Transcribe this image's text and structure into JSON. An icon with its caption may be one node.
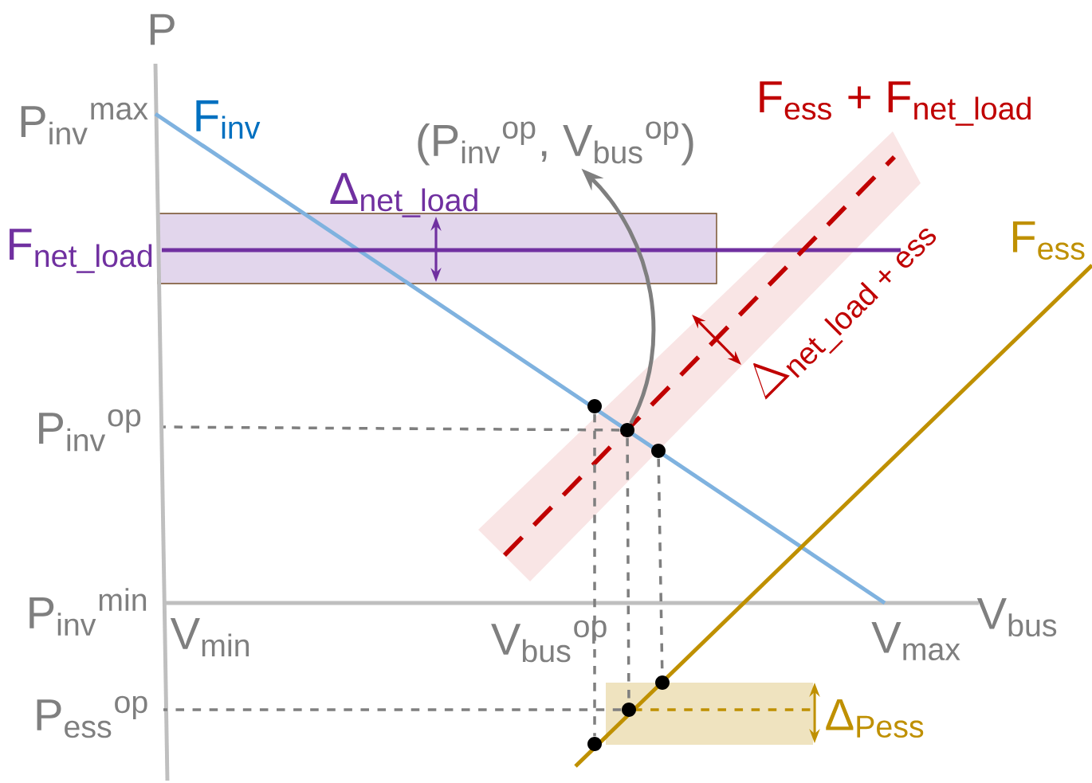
{
  "diagram": {
    "nodes": [
      {
        "text": [
          "(P$_{inv}$$^{op}$, V$_{bus}$$^{op}$)"
        ]
      },
      {
        "text": [],
        "shape": "circle"
      },
      {
        "text": [],
        "shape": "circle"
      },
      {
        "text": [],
        "shape": "circle"
      },
      {
        "text": [],
        "shape": "circle"
      },
      {
        "text": [],
        "shape": "circle"
      },
      {
        "text": [],
        "shape": "circle"
      }
    ],
    "edges": [
      {
        "from": 2,
        "to": 0,
        "arrow": "to"
      },
      {
        "from": 2,
        "to": null,
        "arrow": "none",
        "style": "dashed"
      },
      {
        "from": 5,
        "to": null,
        "arrow": "none",
        "style": "dashed"
      },
      {
        "from": 1,
        "to": 6,
        "arrow": "none",
        "style": "dashed"
      },
      {
        "from": 2,
        "to": 5,
        "arrow": "none",
        "style": "dashed"
      },
      {
        "from": 3,
        "to": 4,
        "arrow": "none",
        "style": "dashed"
      }
    ],
    "labels": [
      "P",
      "P$_{inv}$$^{max}$",
      "F$_{inv}$",
      "F$_{ess}$ + F$_{net_load}$",
      "Δ$_{net_load}$",
      "F$_{net_load}$",
      "\\Delta_{\\hbox{\\fontsize{11}{12}\\selectfont net\\_load + ess}}",
      "F$_{ess}$",
      "P$_{inv}$$^{op}$",
      "P$_{inv}$$^{min}$",
      "V$_{min}$",
      "V$_{bus}$$^{op}$",
      "V$_{max}$",
      "V$_{bus}$",
      "P$_{ess}$$^{op}$",
      "Δ$_{Pess}$"
    ]
  }
}
